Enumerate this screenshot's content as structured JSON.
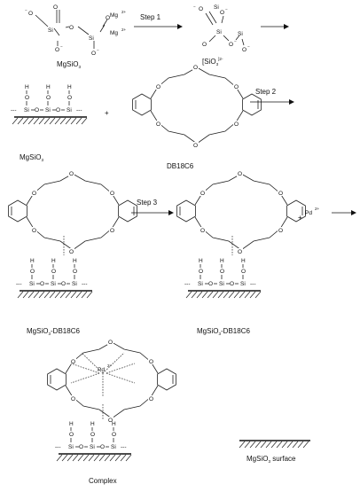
{
  "steps": [
    "Step 1",
    "Step 2",
    "Step 3"
  ],
  "labels": {
    "mgsio3_reactant": "MgSiO",
    "mgsio3_reactant_sub": "3",
    "silicate_ion": "[SiO",
    "silicate_ion_sub": "3",
    "silicate_ion_sup": "]2-",
    "mgsio3_surface_row": "MgSiO",
    "mgsio3_surface_row_sub": "3",
    "db18c6": "DB18C6",
    "mgsio3_db18c6_left": "MgSiO",
    "mgsio3_db18c6_left_sub": "3",
    "mgsio3_db18c6_left_suffix": "-DB18C6",
    "mgsio3_db18c6_right": "MgSiO",
    "mgsio3_db18c6_right_sub": "3",
    "mgsio3_db18c6_right_suffix": "-DB18C6",
    "complex": "Complex",
    "legend": "MgSiO",
    "legend_sub": "3",
    "legend_suffix": " surface"
  },
  "ions": {
    "mg": "Mg",
    "mg_charge": "2+",
    "pd": "Pd",
    "pd_charge": "2+",
    "plus": "+"
  },
  "atoms": {
    "si": "Si",
    "o": "O",
    "h": "H",
    "neg": "−"
  }
}
